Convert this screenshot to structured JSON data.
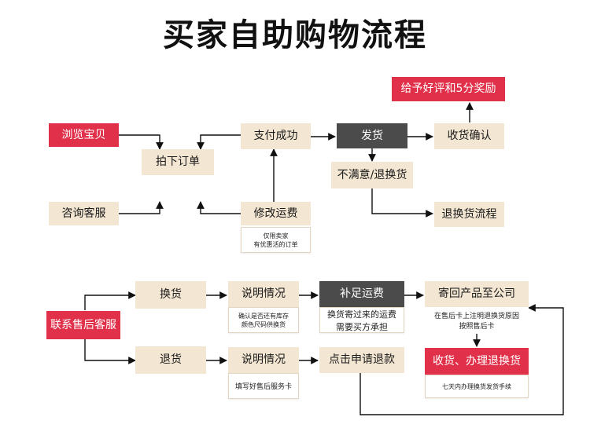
{
  "title": "买家自助购物流程",
  "flow_top": {
    "browse": "浏览宝贝",
    "consult": "咨询客服",
    "place_order": "拍下订单",
    "pay_success": "支付成功",
    "modify_shipping": "修改运费",
    "modify_note": "仅限卖家\n有优惠活的订单",
    "ship": "发货",
    "receive_confirm": "收货确认",
    "rate": "给予好评和5分奖励",
    "unsatisfied": "不满意/退换货",
    "return_flow": "退换货流程"
  },
  "flow_bottom": {
    "contact_service": "联系售后客服",
    "exchange": "换货",
    "refund": "退货",
    "explain_1": "说明情况",
    "explain_1_note": "确认是否还有库存\n颜色尺码供换货",
    "explain_2": "说明情况",
    "explain_2_note": "填写好售后服务卡",
    "add_shipping": "补足运费",
    "add_shipping_note": "换货寄过来的运费\n需要买方承担",
    "apply_refund": "点击申请退款",
    "send_back": "寄回产品至公司",
    "send_back_note": "在售后卡上注明退换货原因\n按照售后卡",
    "receive_handle": "收货、办理退换货",
    "receive_handle_note": "七天内办理换货发货手续"
  },
  "colors": {
    "beige": "#f3e6d2",
    "red": "#e0304a",
    "dark": "#4b4b4b"
  }
}
